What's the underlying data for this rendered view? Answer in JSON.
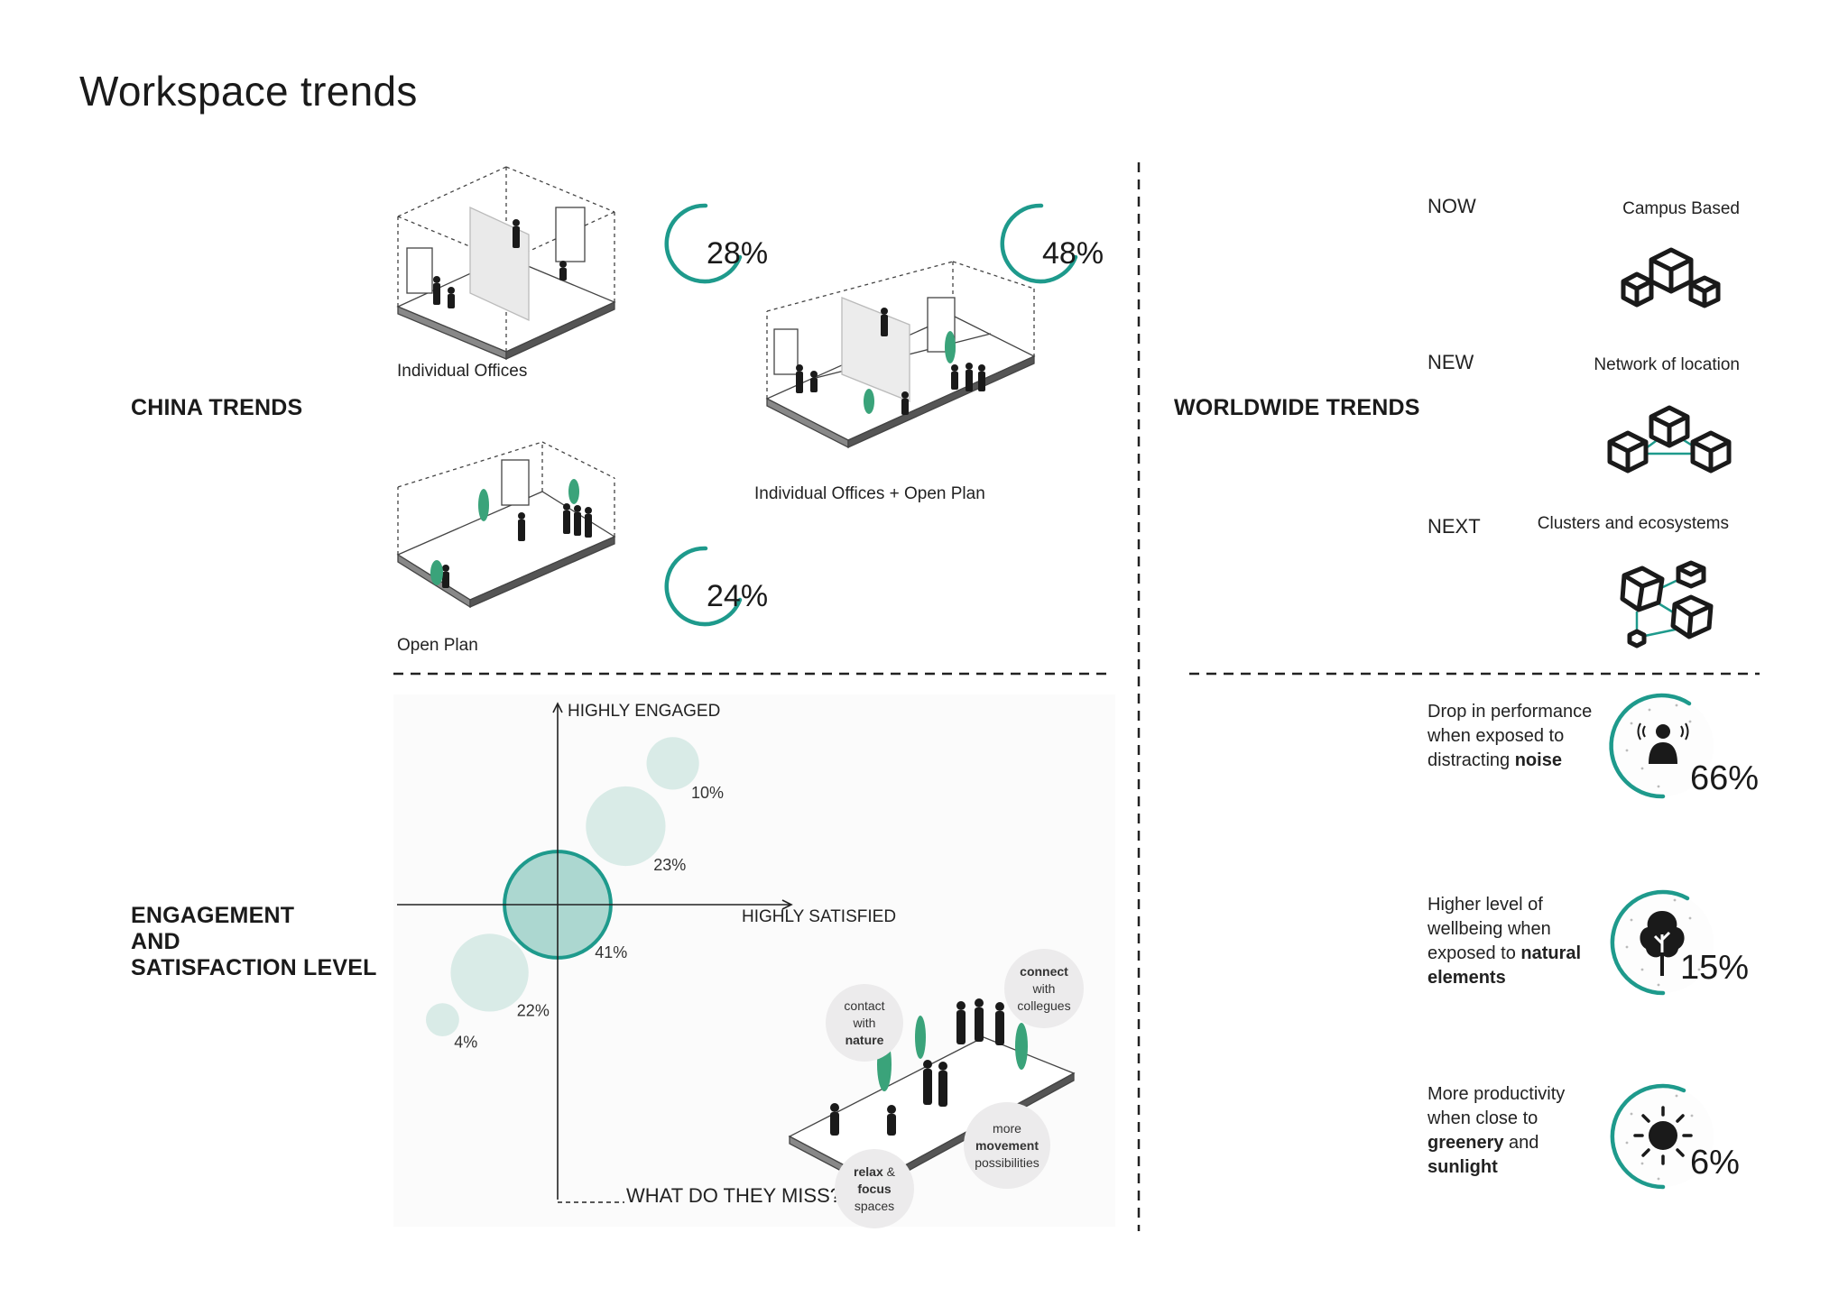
{
  "title": "Workspace trends",
  "china": {
    "heading": "CHINA TRENDS",
    "layouts": [
      {
        "label": "Individual Offices",
        "percent_label": "28%",
        "value": 28
      },
      {
        "label": "Individual Offices + Open Plan",
        "percent_label": "48%",
        "value": 48
      },
      {
        "label": "Open Plan",
        "percent_label": "24%",
        "value": 24
      }
    ]
  },
  "worldwide": {
    "heading": "WORLDWIDE TRENDS",
    "tiers": [
      {
        "stage": "NOW",
        "label": "Campus Based",
        "icon": "campus-cubes-icon"
      },
      {
        "stage": "NEW",
        "label": "Network of location",
        "icon": "network-cubes-icon"
      },
      {
        "stage": "NEXT",
        "label": "Clusters and ecosystems",
        "icon": "cluster-cubes-icon"
      }
    ]
  },
  "stats": [
    {
      "line1": "Drop in performance",
      "line2": "when exposed to",
      "line3_pre": "distracting ",
      "line3_bold": "noise",
      "line4_pre": "",
      "line4_bold": "",
      "percent_label": "66%",
      "icon": "person-noise-icon"
    },
    {
      "line1": "Higher level of",
      "line2": "wellbeing when",
      "line3_pre": "exposed to ",
      "line3_bold": "natural",
      "line4_pre": "",
      "line4_bold": "elements",
      "percent_label": "15%",
      "icon": "tree-icon"
    },
    {
      "line1": "More productivity",
      "line2": "when close to",
      "line3_pre": "",
      "line3_bold": "greenery",
      "line3_post": " and",
      "line4_pre": "",
      "line4_bold": "sunlight",
      "percent_label": "6%",
      "icon": "sun-icon"
    }
  ],
  "engagement": {
    "heading_lines": [
      "ENGAGEMENT",
      "AND",
      "SATISFACTION LEVEL"
    ],
    "y_axis_label": "HIGHLY ENGAGED",
    "x_axis_label": "HIGHLY SATISFIED",
    "question": "WHAT DO THEY MISS?",
    "misses": [
      {
        "pre": "contact",
        "mid": "with",
        "bold": "nature"
      },
      {
        "pre": "",
        "bold_top": "connect",
        "mid": "with",
        "post": "collegues"
      },
      {
        "bold": "relax",
        "mid": "& ",
        "bold2": "focus",
        "post": "spaces"
      },
      {
        "pre": "more",
        "bold": "movement",
        "post": "possibilities"
      }
    ]
  },
  "colors": {
    "accent": "#1e9a8c",
    "bubble": "#cde5e0",
    "bubble_main": "#9ed0c8",
    "plant": "#3aa37a",
    "miss_bubble": "#ecebec"
  },
  "chart_data": {
    "type": "scatter",
    "title": "",
    "xlabel": "HIGHLY SATISFIED",
    "ylabel": "HIGHLY ENGAGED",
    "series": [
      {
        "values": [
          {
            "x": 2.2,
            "y": 2.7,
            "size": 10,
            "label": "10%"
          },
          {
            "x": 1.3,
            "y": 1.5,
            "size": 23,
            "label": "23%"
          },
          {
            "x": 0.0,
            "y": 0.0,
            "size": 41,
            "label": "41%"
          },
          {
            "x": -1.3,
            "y": -1.3,
            "size": 22,
            "label": "22%"
          },
          {
            "x": -2.2,
            "y": -2.2,
            "size": 4,
            "label": "4%"
          }
        ]
      }
    ]
  }
}
